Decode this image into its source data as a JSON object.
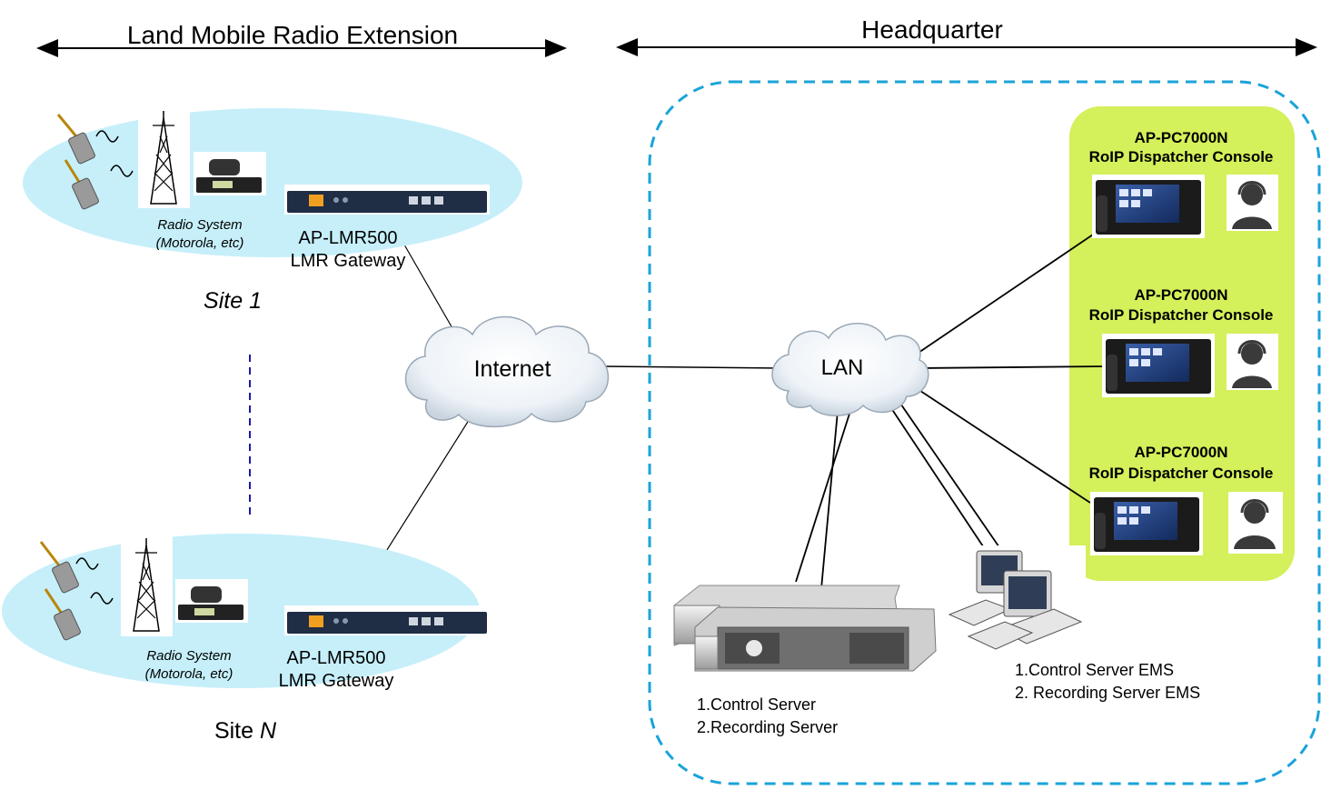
{
  "sections": {
    "left": "Land Mobile Radio Extension",
    "right": "Headquarter"
  },
  "sites": [
    {
      "name_main": "Site ",
      "name_suffix": "1",
      "radio_system_line1": "Radio System",
      "radio_system_line2": "(Motorola, etc)",
      "gateway_line1": "AP-LMR500",
      "gateway_line2": "LMR Gateway"
    },
    {
      "name_main": "Site ",
      "name_suffix": "N",
      "radio_system_line1": "Radio System",
      "radio_system_line2": "(Motorola, etc)",
      "gateway_line1": "AP-LMR500",
      "gateway_line2": "LMR Gateway"
    }
  ],
  "clouds": {
    "internet": "Internet",
    "lan": "LAN"
  },
  "consoles": [
    {
      "line1": "AP-PC7000N",
      "line2": "RoIP Dispatcher Console"
    },
    {
      "line1": "AP-PC7000N",
      "line2": "RoIP Dispatcher Console"
    },
    {
      "line1": "AP-PC7000N",
      "line2": "RoIP Dispatcher Console"
    }
  ],
  "servers": {
    "line1": "1.Control Server",
    "line2": "2.Recording Server"
  },
  "ems": {
    "line1": "1.Control Server EMS",
    "line2": "2. Recording Server EMS"
  },
  "colors": {
    "site_ellipse": "#c6effa",
    "hq_border": "#1aa3d9",
    "console_panel": "#d4f05a",
    "site_divider": "#1a1aa8"
  }
}
